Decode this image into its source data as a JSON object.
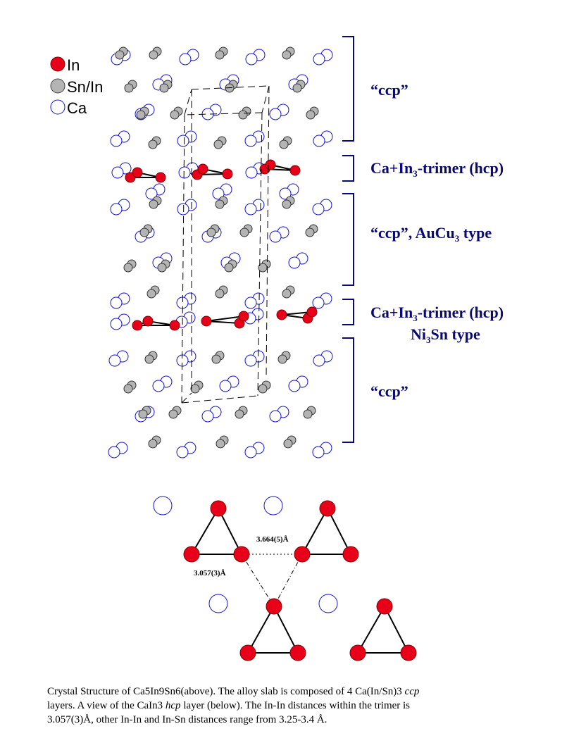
{
  "legend": {
    "items": [
      {
        "label": "In",
        "color": "#e8001a",
        "icon": "red-filled-circle"
      },
      {
        "label": "Sn/In",
        "color": "#b4b4b4",
        "icon": "gray-filled-circle"
      },
      {
        "label": "Ca",
        "color": "#1414c8",
        "icon": "blue-open-circle"
      }
    ]
  },
  "layers": {
    "ccp_top": "“ccp”",
    "trimer_1": {
      "prefix": "Ca+In",
      "sub": "3",
      "suffix": "-trimer (hcp)"
    },
    "ccp_mid": {
      "prefix": "“ccp”, AuCu",
      "sub": "3",
      "suffix": " type"
    },
    "trimer_2": {
      "prefix": "Ca+In",
      "sub": "3",
      "suffix": "-trimer (hcp)"
    },
    "trimer_2_type": {
      "prefix": "Ni",
      "sub": "3",
      "suffix": "Sn type"
    },
    "ccp_bottom": "“ccp”"
  },
  "distances": {
    "inter_trimer": "3.664(5)Å",
    "intra_trimer": "3.057(3)Å"
  },
  "caption": {
    "line1_a": "Crystal Structure of Ca5In9Sn6(above). The alloy slab is composed of 4 Ca(In/Sn)3 ",
    "line1_em": "ccp",
    "line2_a": "layers. A view of the CaIn3 ",
    "line2_em": "hcp",
    "line2_b": " layer (below). The In-In distances within the trimer is",
    "line3": "3.057(3)Å, other In-In and In-Sn distances range from 3.25-3.4 Å."
  },
  "colors": {
    "bracket": "#0a0a6e",
    "indium": "#e8001a",
    "tin": "#b4b4b4",
    "calcium": "#1414c8"
  }
}
